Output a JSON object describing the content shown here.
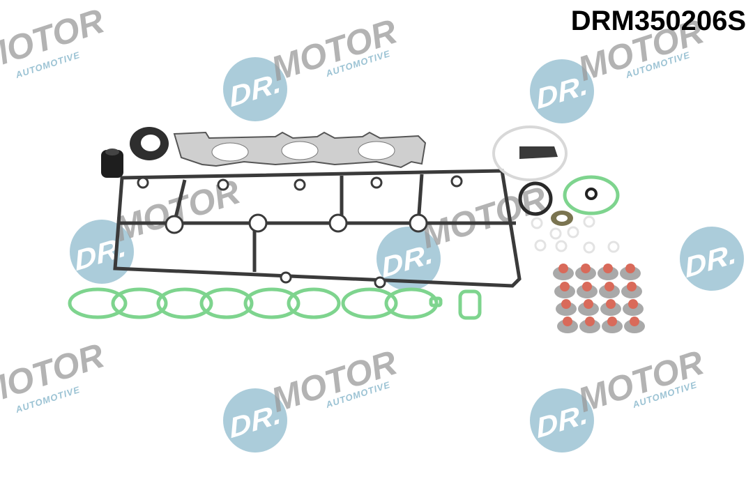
{
  "header": {
    "part_number": "DRM350206S"
  },
  "watermark": {
    "brand_dr": "DR.",
    "brand_motor": "MOTOR",
    "brand_sub": "AUTOMOTIVE",
    "registered": "®",
    "colors": {
      "circle": "#9cc3d4",
      "motor_text": "#9a9a9a",
      "sub_text": "#9cc3d4"
    }
  },
  "product": {
    "description": "Cylinder head gasket set",
    "components": [
      {
        "name": "exhaust-manifold-gasket",
        "color": "#b8b8b8"
      },
      {
        "name": "valve-cover-gasket",
        "color": "#3a3a3a"
      },
      {
        "name": "intake-manifold-gasket",
        "color": "#7ed48e"
      },
      {
        "name": "valve-stem-seals",
        "count": 16,
        "color": "#d96a5a"
      },
      {
        "name": "shaft-seal",
        "color": "#2e2e2e"
      },
      {
        "name": "grommet",
        "color": "#1e1e1e"
      },
      {
        "name": "o-rings",
        "color": "#7ed48e"
      },
      {
        "name": "copper-washers",
        "color": "#e6e6e6"
      }
    ]
  }
}
